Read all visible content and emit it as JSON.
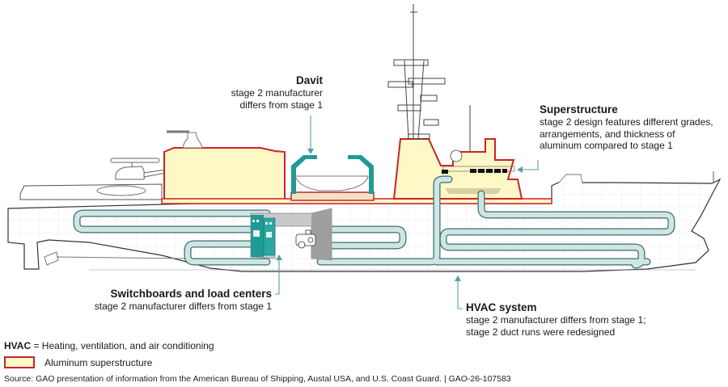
{
  "colors": {
    "aluminum_fill": "#fef7c6",
    "aluminum_outline": "#c8242b",
    "duct_fill": "#cfe5e3",
    "duct_outline": "#3b6f6b",
    "teal_accent": "#1f9a95",
    "leader_line": "#4fa39e",
    "hull_outline": "#333333",
    "structure_gray": "#bfbfbf"
  },
  "callouts": {
    "davit": {
      "title": "Davit",
      "desc_line1": "stage 2 manufacturer",
      "desc_line2": "differs from stage 1"
    },
    "superstructure": {
      "title": "Superstructure",
      "desc_line1": "stage 2 design features different grades,",
      "desc_line2": "arrangements, and thickness of",
      "desc_line3": "aluminum compared to stage 1"
    },
    "switchboards": {
      "title": "Switchboards and load centers",
      "desc_line1": "stage 2 manufacturer differs from stage 1"
    },
    "hvac": {
      "title": "HVAC system",
      "desc_line1": "stage 2 manufacturer differs from stage 1;",
      "desc_line2": "stage 2 duct runs were redesigned"
    }
  },
  "legend": {
    "abbr_term": "HVAC",
    "abbr_definition": " = Heating, ventilation, and air conditioning",
    "aluminum_label": "Aluminum superstructure"
  },
  "source": "Source: GAO presentation of information from the American Bureau of Shipping, Austal USA, and U.S. Coast Guard.  |  GAO-26-107583"
}
